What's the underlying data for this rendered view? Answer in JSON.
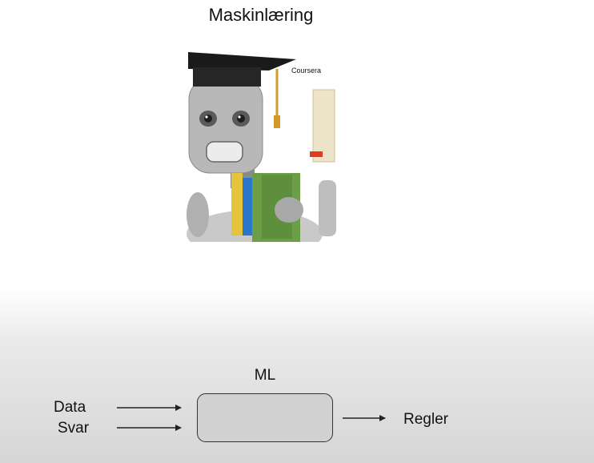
{
  "slide": {
    "title": "Maskinlæring",
    "brand_caption": "Coursera",
    "illustration": "graduate-robot-holding-books-and-diploma"
  },
  "diagram": {
    "process_label": "ML",
    "inputs": [
      "Data",
      "Svar"
    ],
    "output": "Regler"
  }
}
